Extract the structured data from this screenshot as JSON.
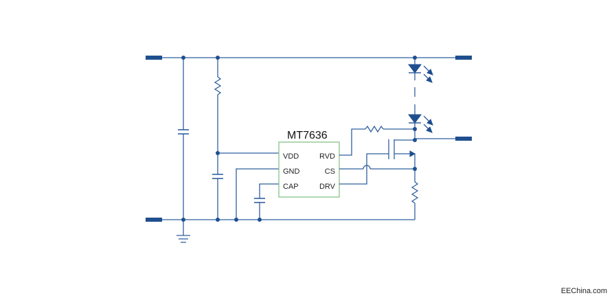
{
  "ic": {
    "name": "MT7636",
    "pins_left": [
      "VDD",
      "GND",
      "CAP"
    ],
    "pins_right": [
      "RVD",
      "CS",
      "DRV"
    ]
  },
  "watermark": "EEChina.com",
  "colors": {
    "wire": "#2f5f9e",
    "terminal": "#1f4f8f",
    "chip_border": "#7dbf7d"
  }
}
